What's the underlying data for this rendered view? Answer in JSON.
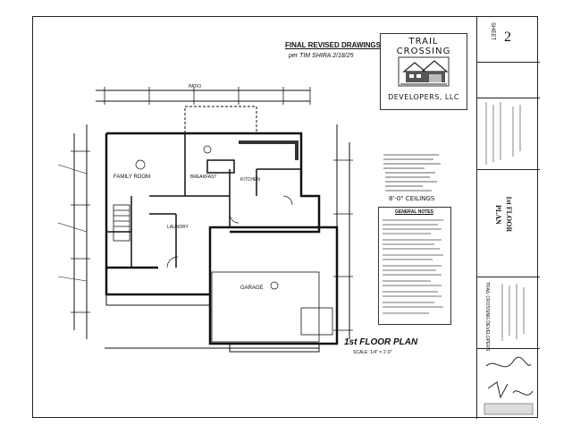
{
  "header": {
    "revision_note": "FINAL REVISED DRAWINGS",
    "revision_by": "per TIM SHIRA  2/18/25"
  },
  "logo": {
    "top": "TRAIL CROSSING",
    "bottom": "DEVELOPERS, LLC"
  },
  "title_block": {
    "sheet_label": "SHEET",
    "sheet_number": "2",
    "drawing_title_1": "1st FLOOR",
    "drawing_title_2": "PLAN",
    "firm": "TRAIL CROSSING DEVELOPERS"
  },
  "plan": {
    "patio": "PATIO",
    "family_room": "FAMILY ROOM",
    "breakfast": "BREAKFAST",
    "kitchen": "KITCHEN",
    "garage": "GARAGE",
    "laundry": "LAUNDRY",
    "ceilings": "8'-0\" CEILINGS",
    "plan_title": "1st FLOOR PLAN",
    "plan_scale": "SCALE: 1/4\" = 1'-0\""
  },
  "notes": {
    "general_notes_heading": "GENERAL NOTES"
  }
}
